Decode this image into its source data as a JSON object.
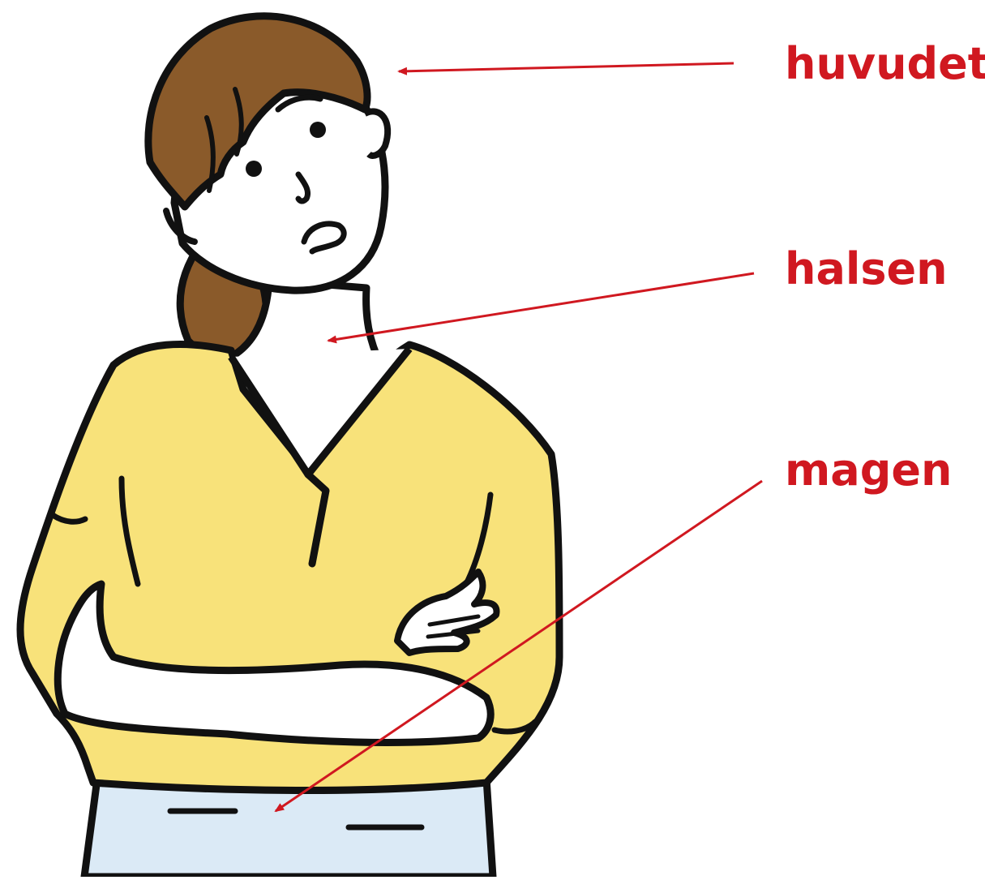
{
  "colors": {
    "label": "#d01820",
    "arrow": "#d01820",
    "hair": "#8a5a2a",
    "shirt": "#f8e27a",
    "pants": "#dbeaf6",
    "skin": "#ffffff",
    "outline": "#111111"
  },
  "labels": {
    "head": "huvudet",
    "neck": "halsen",
    "stomach": "magen"
  }
}
